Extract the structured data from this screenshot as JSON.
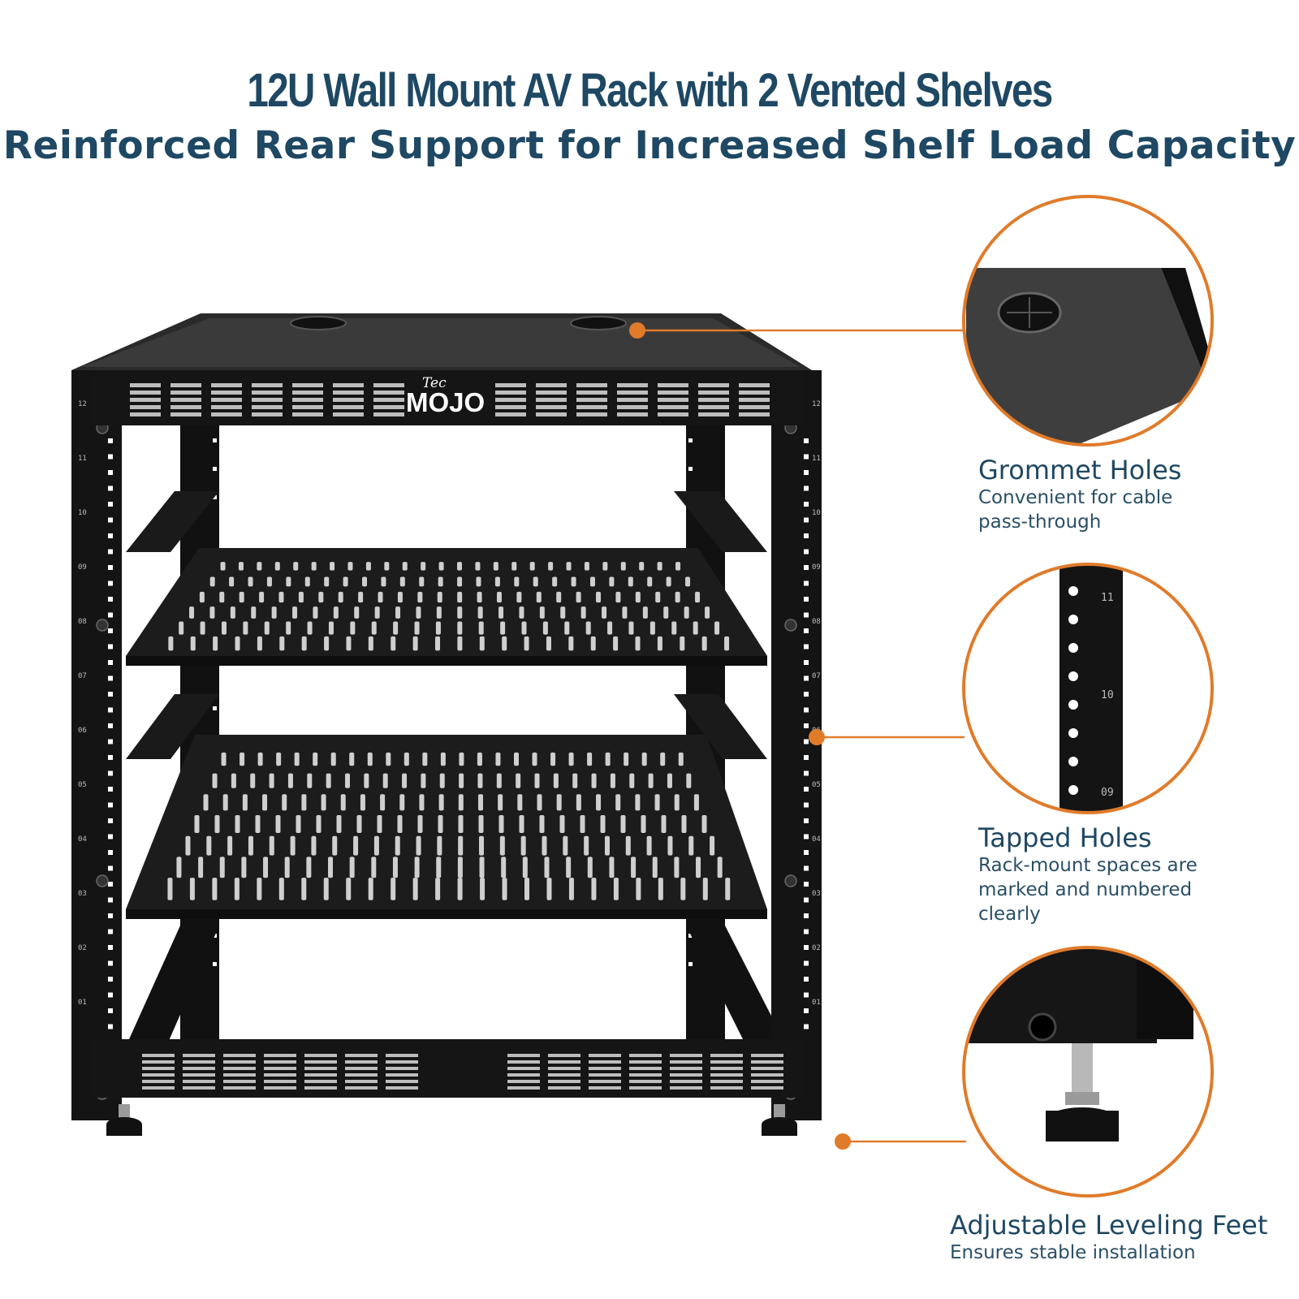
{
  "header": {
    "title": "12U Wall Mount AV Rack with 2 Vented Shelves",
    "subtitle": "Reinforced Rear Support for Increased Shelf Load Capacity"
  },
  "brand": {
    "logo_text_small": "Tec",
    "logo_text_large": "MOJO"
  },
  "colors": {
    "accent": "#e07b2a",
    "title": "#1e4863",
    "rack": "#1a1a1a"
  },
  "callouts": [
    {
      "title": "Grommet Holes",
      "desc_lines": [
        "Convenient for cable",
        "pass-through"
      ],
      "icon": "grommet-closeup"
    },
    {
      "title": "Tapped Holes",
      "desc_lines": [
        "Rack-mount spaces are",
        "marked and numbered",
        "clearly"
      ],
      "icon": "rail-closeup"
    },
    {
      "title": "Adjustable Leveling Feet",
      "desc_lines": [
        "Ensures stable installation"
      ],
      "icon": "foot-closeup"
    }
  ],
  "rail_labels": [
    "12",
    "11",
    "10",
    "09",
    "08",
    "07",
    "06",
    "05",
    "04",
    "03",
    "02",
    "01"
  ],
  "zoom_rail_labels": [
    "11",
    "10",
    "09"
  ]
}
